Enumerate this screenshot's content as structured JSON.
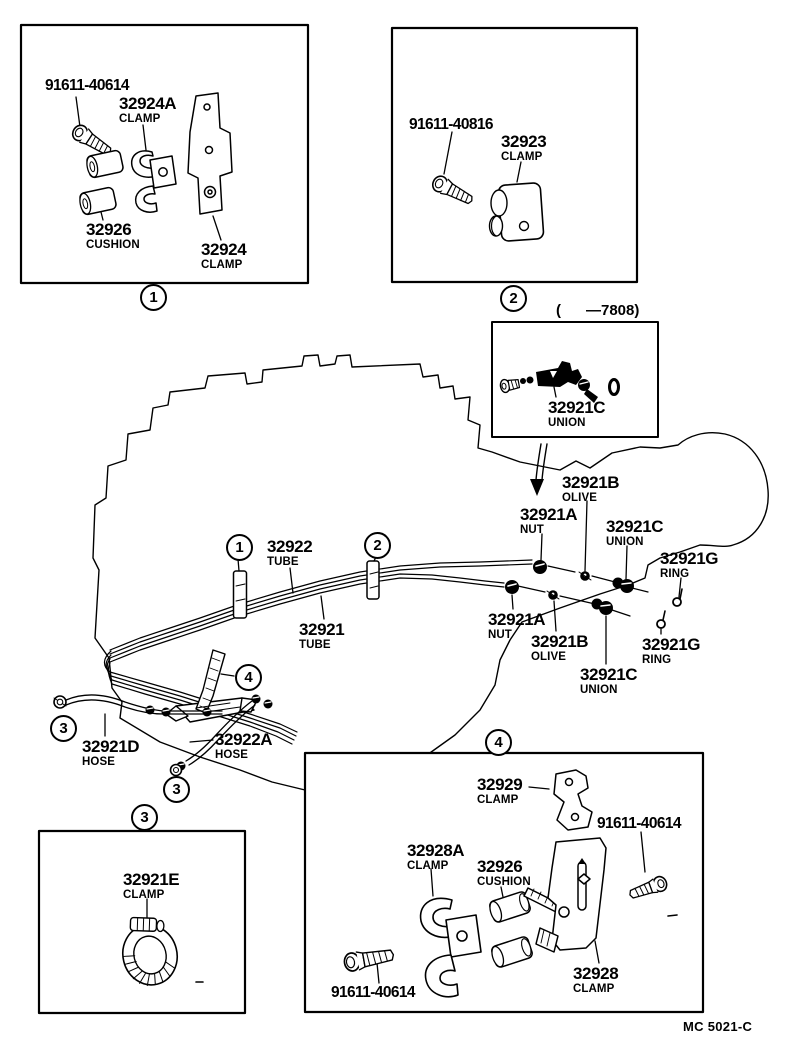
{
  "page": {
    "footer_code": "MC 5021-C",
    "ink": "#000000",
    "paper": "#ffffff"
  },
  "callouts": {
    "c1": "1",
    "c2": "2",
    "c3": "3",
    "c4": "4"
  },
  "box1": {
    "bolt": "91611-40614",
    "clamp_small": {
      "part": "32924A",
      "name": "CLAMP"
    },
    "cushion": {
      "part": "32926",
      "name": "CUSHION"
    },
    "clamp_bracket": {
      "part": "32924",
      "name": "CLAMP"
    }
  },
  "box2": {
    "bolt": "91611-40816",
    "clamp": {
      "part": "32923",
      "name": "CLAMP"
    }
  },
  "union_inset": {
    "caption": "(      —7808)",
    "union": {
      "part": "32921C",
      "name": "UNION"
    }
  },
  "main": {
    "tube_upper": {
      "part": "32922",
      "name": "TUBE"
    },
    "tube_lower": {
      "part": "32921",
      "name": "TUBE"
    },
    "nut_upper": {
      "part": "32921A",
      "name": "NUT"
    },
    "olive_upper": {
      "part": "32921B",
      "name": "OLIVE"
    },
    "union_upper": {
      "part": "32921C",
      "name": "UNION"
    },
    "ring_upper": {
      "part": "32921G",
      "name": "RING"
    },
    "nut_lower": {
      "part": "32921A",
      "name": "NUT"
    },
    "olive_lower": {
      "part": "32921B",
      "name": "OLIVE"
    },
    "union_lower": {
      "part": "32921C",
      "name": "UNION"
    },
    "ring_lower": {
      "part": "32921G",
      "name": "RING"
    },
    "hose_left": {
      "part": "32921D",
      "name": "HOSE"
    },
    "hose_right": {
      "part": "32922A",
      "name": "HOSE"
    }
  },
  "box3": {
    "clamp": {
      "part": "32921E",
      "name": "CLAMP"
    }
  },
  "box4": {
    "clamp_top": {
      "part": "32929",
      "name": "CLAMP"
    },
    "bolt_right": "91611-40614",
    "clamp_large": {
      "part": "32928A",
      "name": "CLAMP"
    },
    "cushion": {
      "part": "32926",
      "name": "CUSHION"
    },
    "bolt_left": "91611-40614",
    "clamp_bracket": {
      "part": "32928",
      "name": "CLAMP"
    }
  }
}
